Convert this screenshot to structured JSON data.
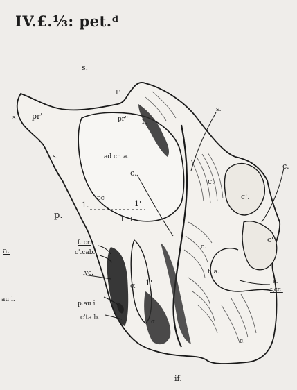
{
  "title": "IV.£.⅓: pet.ᵈ",
  "labels": {
    "s_top": "s.",
    "i_bottom": "if.",
    "p": "p.",
    "a_left": "a.",
    "au_i_left": "au i.",
    "pr": "pr'",
    "s_dot": "s.",
    "s_small": "s.",
    "l_top": "1'",
    "pr2": "pr''",
    "l_small": "1.",
    "ad_cr": "ad cr. a.",
    "c_left": "c.",
    "c_right": "c.",
    "s_right": "s.",
    "l_mid": "1.",
    "pc": "pc",
    "l_mid2": "1'",
    "plus_plus": "+ +",
    "f_cr": "f. cr.",
    "c_cab": "c'.cab.",
    "vc": "vc.",
    "alpha": "α",
    "l_lower": "1'",
    "p_au_i": "p.au i",
    "c_tab": "c'ta b.",
    "alpha2": "α'",
    "c_e1": "c.",
    "c_e2": "c'.",
    "c_e3": "c''",
    "c_small": "c.",
    "fa": "f. a.",
    "s_br": "s.",
    "fcc": "f.cc.",
    "c_bottom": "c."
  }
}
